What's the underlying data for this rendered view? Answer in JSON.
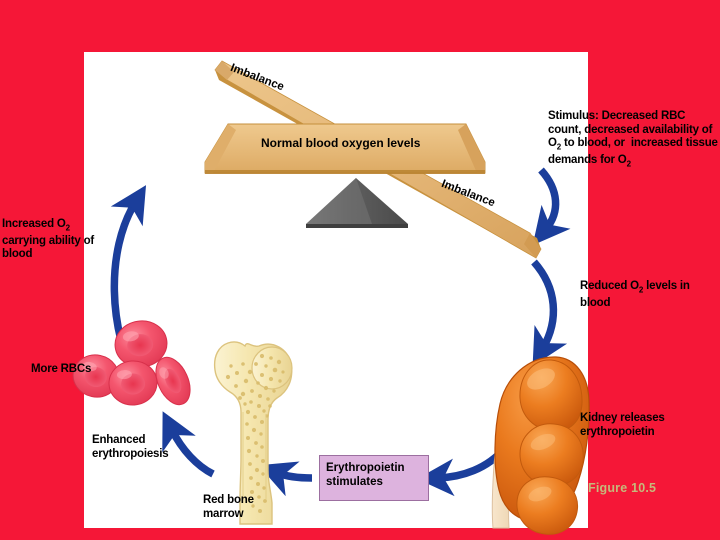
{
  "figure": {
    "caption": "Figure 10.5",
    "caption_color": "#C6B97B",
    "background_color": "#F51737",
    "panel_color": "#FFFFFF"
  },
  "seesaw": {
    "balanced_plank_label": "Normal blood oxygen levels",
    "tilted_plank_label_top": "Imbalance",
    "tilted_plank_label_bottom": "Imbalance",
    "plank_color": "#E5B877",
    "plank_edge_color": "#C8923F",
    "fulcrum_color": "#6E6E6E"
  },
  "labels": {
    "stimulus": "Stimulus: Decreased RBC count, decreased availability of O",
    "stimulus_line3_tail": " to blood, or  increased tissue demands for O",
    "stimulus_full": "Stimulus: Decreased RBC count, decreased availability of O₂ to blood, or  increased tissue demands for O₂",
    "increased_o2": "Increased O₂ carrying ability of blood",
    "reduced_o2": "Reduced O₂ levels in blood",
    "more_rbcs": "More RBCs",
    "kidney_releases": "Kidney releases erythropoietin",
    "enhanced_erythropoiesis": "Enhanced erythropoiesis",
    "red_bone_marrow": "Red bone marrow",
    "erythropoietin_stimulates": "Erythropoietin stimulates"
  },
  "structures": {
    "red_blood_cells": "red-blood-cells",
    "bone": "femur-bone",
    "kidney": "kidney",
    "rbc_color": "#F4566E",
    "rbc_center_color": "#E8354F",
    "bone_color": "#F5E6AE",
    "kidney_color": "#E8731A",
    "ureter_color": "#F3DCBC"
  },
  "arrows": {
    "color": "#1B3E9B",
    "count": 5,
    "names": [
      "arrow-stimulus-to-kidney",
      "arrow-kidney-to-epo",
      "arrow-epo-to-marrow",
      "arrow-marrow-to-rbcs",
      "arrow-rbcs-to-balance"
    ]
  }
}
